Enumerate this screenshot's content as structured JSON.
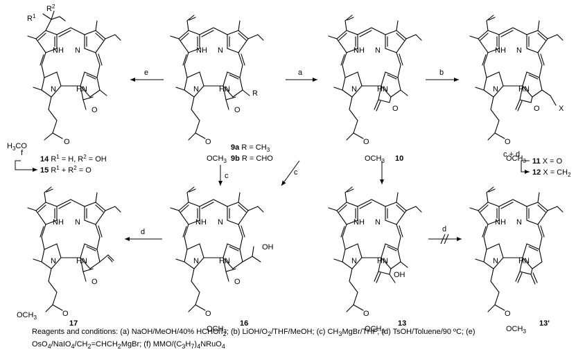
{
  "compounds": {
    "c9a": "9a",
    "c9b": "9b",
    "c10": "10",
    "c11": "11",
    "c12": "12",
    "c13": "13",
    "c13p": "13'",
    "c14": "14",
    "c15": "15",
    "c16": "16",
    "c17": "17"
  },
  "substituents": {
    "r_9": "R",
    "eq_9a": "R = CH",
    "sub_9a": "3",
    "eq_9b": "R = CHO",
    "x_11": "X",
    "eq_11": "X = O",
    "eq_12": "X = CH",
    "sub_12": "2",
    "r1_14": "R",
    "sup1_14": "1",
    "r2_14": "R",
    "sup2_14": "2",
    "eq_14a": "R",
    "eq_14b": "1",
    "eq_14c": " = H, R",
    "eq_14d": "2",
    "eq_14e": " = OH",
    "eq_15a": "R",
    "eq_15b": "1",
    "eq_15c": " + R",
    "eq_15d": "2",
    "eq_15e": " = O",
    "oh_16": "OH",
    "oh_13": "OH"
  },
  "atoms": {
    "NH": "NH",
    "N": "N",
    "HN": "HN",
    "O": "O",
    "H3C": "H",
    "sub3": "3",
    "COCH3": "CO",
    "OCH3": "OCH",
    "sub3b": "3"
  },
  "arrows": {
    "a": "a",
    "b": "b",
    "c1": "c",
    "c2": "c",
    "cd": "c + d",
    "d1": "d",
    "d2": "d",
    "e": "e",
    "f": "f"
  },
  "conditions": {
    "p1": "Reagents and conditions: (a) NaOH/MeOH/40% HCHO/I",
    "s1": "2",
    "p2": "; (b) LiOH/O",
    "s2": "2",
    "p3": "/THF/MeOH; (c) CH",
    "s3": "3",
    "p4": "MgBr/THF; (d) TsOH/Toluene/90 ºC; (e)",
    "p5": "OsO",
    "s5": "4",
    "p6": "/NaIO",
    "s6": "4",
    "p7": "/CH",
    "s7": "2",
    "p8": "=CHCH",
    "s8": "2",
    "p9": "MgBr; (f) MMO/(C",
    "s9": "3",
    "p10": "H",
    "s10": "7",
    "p11": ")",
    "s11": "4",
    "p12": "NRuO",
    "s12": "4"
  }
}
